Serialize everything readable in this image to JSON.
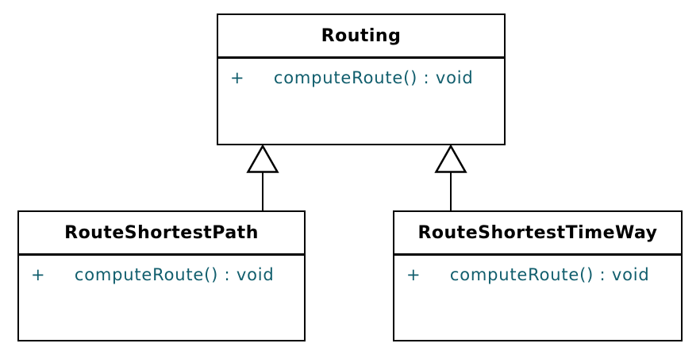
{
  "diagram": {
    "kind": "uml-class-diagram",
    "classes": [
      {
        "name": "Routing",
        "methods": [
          {
            "visibility": "+",
            "signature": "computeRoute() : void"
          }
        ]
      },
      {
        "name": "RouteShortestPath",
        "methods": [
          {
            "visibility": "+",
            "signature": "computeRoute() : void"
          }
        ]
      },
      {
        "name": "RouteShortestTimeWay",
        "methods": [
          {
            "visibility": "+",
            "signature": "computeRoute() : void"
          }
        ]
      }
    ],
    "relationships": [
      {
        "type": "generalization",
        "from": "RouteShortestPath",
        "to": "Routing"
      },
      {
        "type": "generalization",
        "from": "RouteShortestTimeWay",
        "to": "Routing"
      }
    ],
    "colors": {
      "line": "#000000",
      "class_name_text": "#000000",
      "member_text": "#115e6d",
      "fill": "#ffffff"
    }
  }
}
